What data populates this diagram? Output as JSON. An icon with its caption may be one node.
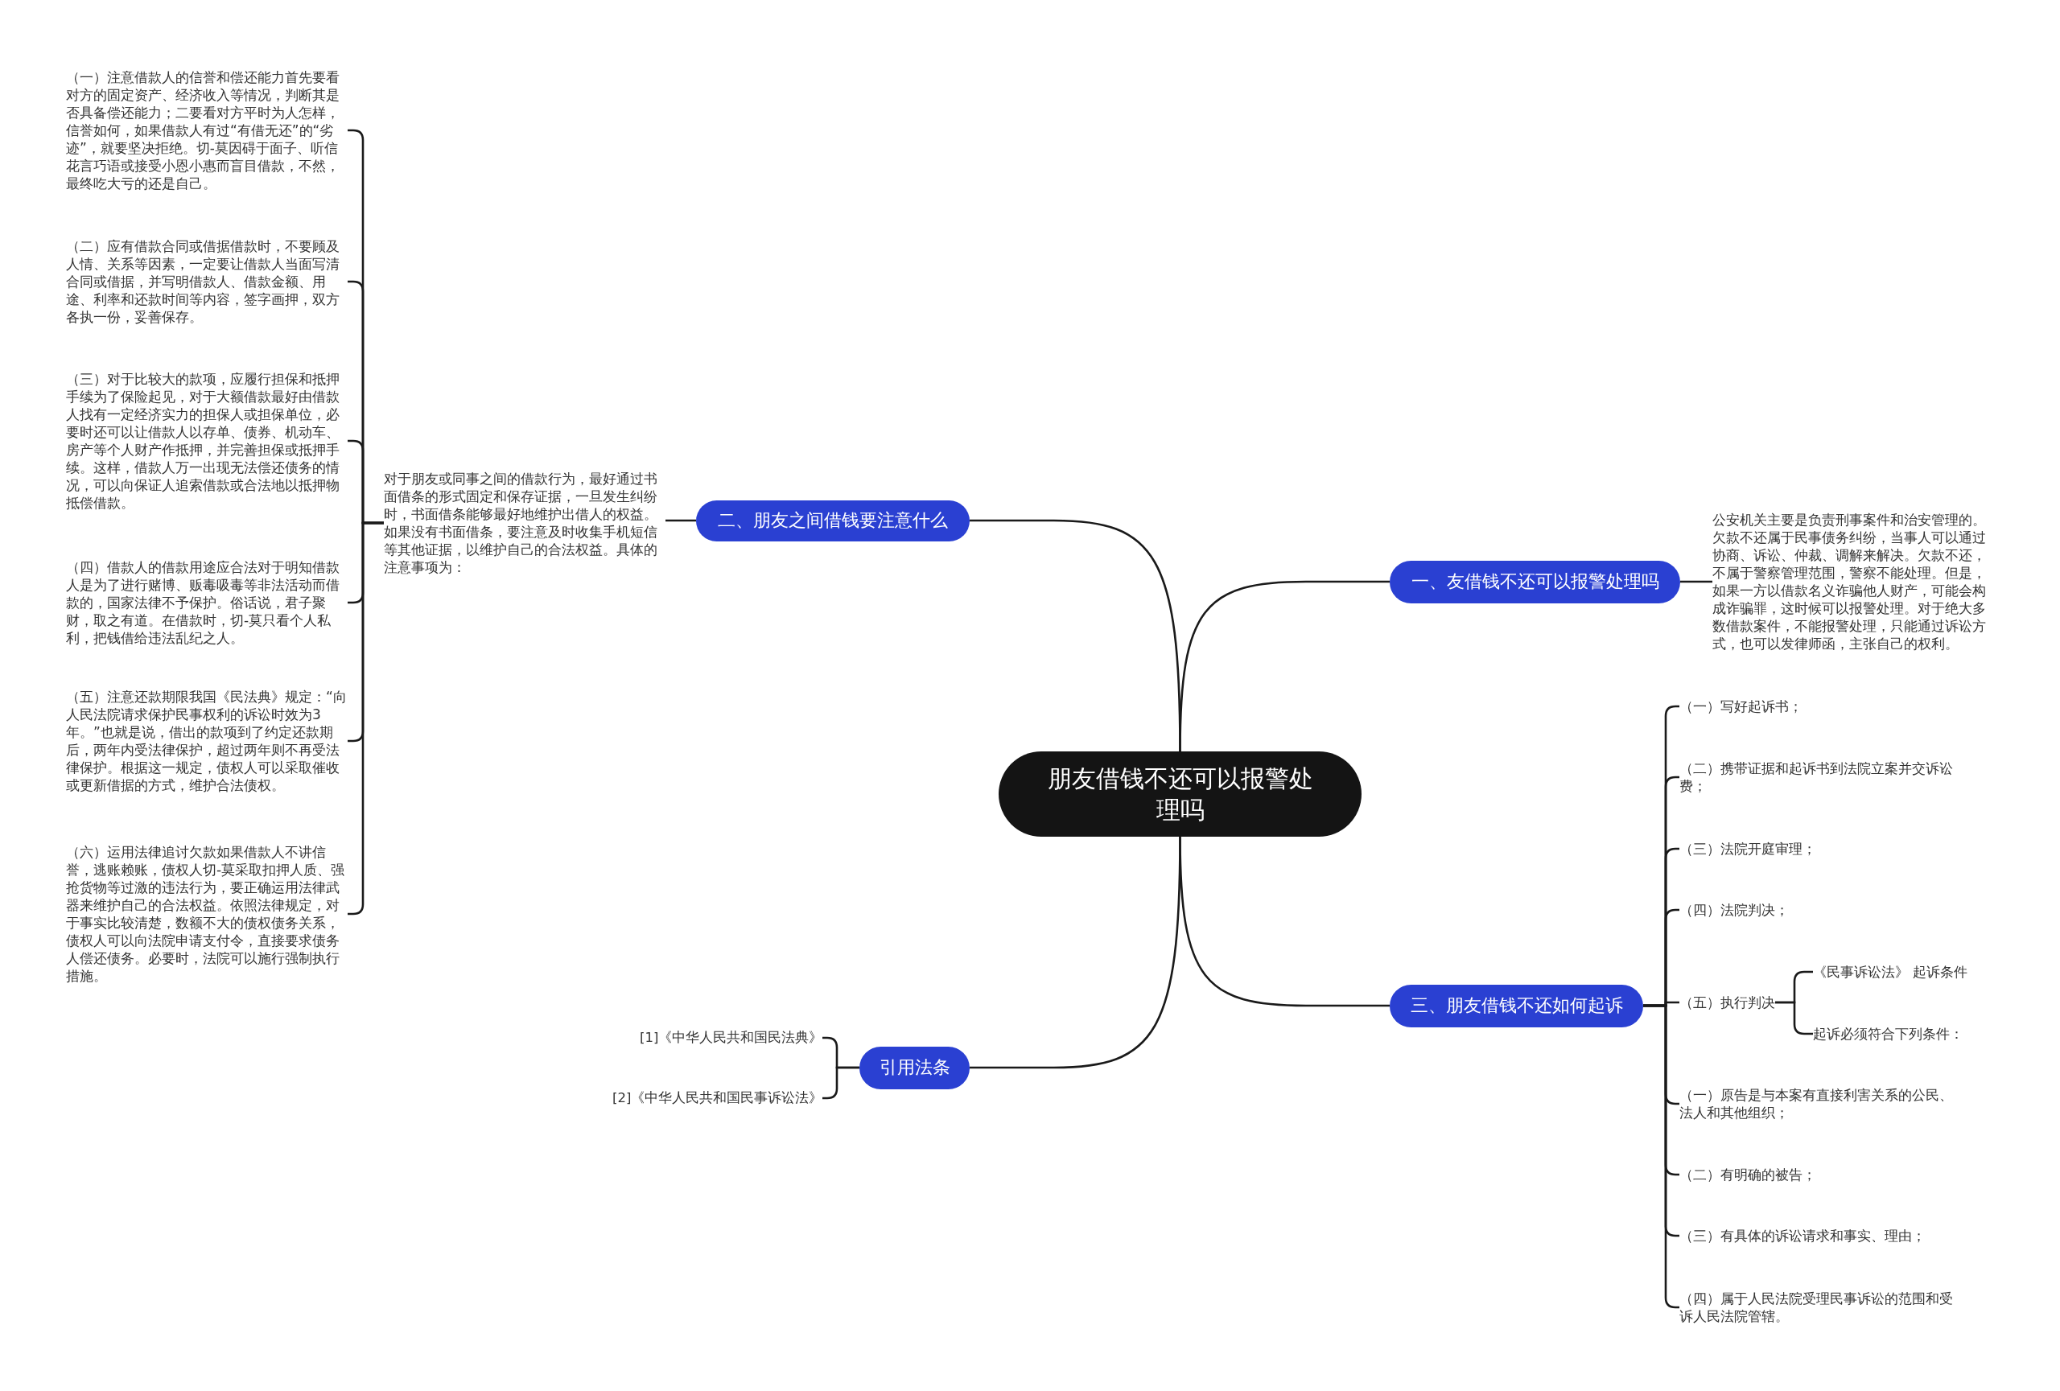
{
  "diagram": {
    "nodes": [
      {
        "text": [
          "朋友借钱不还可以报警处理吗"
        ]
      },
      {
        "text": [
          "一、友借钱不还可以报警处理吗"
        ]
      },
      {
        "text": [
          "公安机关主要是负责刑事案件和治安管理的。欠款不还属于民事债务纠纷，当事人可以通过协商、诉讼、仲裁、调解来解决。欠款不还，不属于警察管理范围，警察不能处理。但是，如果一方以借款名义诈骗他人财产，可能会构成诈骗罪，这时候可以报警处理。对于绝大多数借款案件，不能报警处理，只能通过诉讼方式，也可以发律师函，主张自己的权利。"
        ]
      },
      {
        "text": [
          "二、朋友之间借钱要注意什么"
        ]
      },
      {
        "text": [
          "对于朋友或同事之间的借款行为，最好通过书面借条的形式固定和保存证据，一旦发生纠纷时，书面借条能够最好地维护出借人的权益。如果没有书面借条，要注意及时收集手机短信等其他证据，以维护自己的合法权益。具体的注意事项为："
        ]
      },
      {
        "text": [
          "（一）注意借款人的信誉和偿还能力首先要看对方的固定资产、经济收入等情况，判断其是否具备偿还能力；二要看对方平时为人怎样，信誉如何，如果借款人有过“有借无还”的“劣迹”，就要坚决拒绝。切-莫因碍于面子、听信花言巧语或接受小恩小惠而盲目借款，不然，最终吃大亏的还是自己。"
        ]
      },
      {
        "text": [
          "（二）应有借款合同或借据借款时，不要顾及人情、关系等因素，一定要让借款人当面写清合同或借据，并写明借款人、借款金额、用途、利率和还款时间等内容，签字画押，双方各执一份，妥善保存。"
        ]
      },
      {
        "text": [
          "（三）对于比较大的款项，应履行担保和抵押手续为了保险起见，对于大额借款最好由借款人找有一定经济实力的担保人或担保单位，必要时还可以让借款人以存单、债券、机动车、房产等个人财产作抵押，并完善担保或抵押手续。这样，借款人万一出现无法偿还债务的情况，可以向保证人追索借款或合法地以抵押物抵偿借款。"
        ]
      },
      {
        "text": [
          "（四）借款人的借款用途应合法对于明知借款人是为了进行赌博、贩毒吸毒等非法活动而借款的，国家法律不予保护。俗话说，君子聚财，取之有道。在借款时，切-莫只看个人私利，把钱借给违法乱纪之人。"
        ]
      },
      {
        "text": [
          "（五）注意还款期限我国《民法典》规定：“向人民法院请求保护民事权利的诉讼时效为3年。”也就是说，借出的款项到了约定还款期后，两年内受法律保护，超过两年则不再受法律保护。根据这一规定，债权人可以采取催收或更新借据的方式，维护合法债权。"
        ]
      },
      {
        "text": [
          "（六）运用法律追讨欠款如果借款人不讲信誉，逃账赖账，债权人切-莫采取扣押人质、强抢货物等过激的违法行为，要正确运用法律武器来维护自己的合法权益。依照法律规定，对于事实比较清楚，数额不大的债权债务关系，债权人可以向法院申请支付令，直接要求债务人偿还债务。必要时，法院可以施行强制执行措施。"
        ]
      },
      {
        "text": [
          "三、朋友借钱不还如何起诉"
        ]
      },
      {
        "text": [
          "（一）写好起诉书；"
        ]
      },
      {
        "text": [
          "（二）携带证据和起诉书到法院立案并交诉讼费；"
        ]
      },
      {
        "text": [
          "（三）法院开庭审理；"
        ]
      },
      {
        "text": [
          "（四）法院判决；"
        ]
      },
      {
        "text": [
          "（五）执行判决"
        ]
      },
      {
        "text": [
          "《民事诉讼法》 起诉条件"
        ]
      },
      {
        "text": [
          "起诉必须符合下列条件："
        ]
      },
      {
        "text": [
          "（一）原告是与本案有直接利害关系的公民、法人和其他组织；"
        ]
      },
      {
        "text": [
          "（二）有明确的被告；"
        ]
      },
      {
        "text": [
          "（三）有具体的诉讼请求和事实、理由；"
        ]
      },
      {
        "text": [
          "（四）属于人民法院受理民事诉讼的范围和受诉人民法院管辖。"
        ]
      },
      {
        "text": [
          "引用法条"
        ]
      },
      {
        "text": [
          "[1]《中华人民共和国民法典》"
        ]
      },
      {
        "text": [
          "[2]《中华人民共和国民事诉讼法》"
        ]
      }
    ],
    "edges": [
      {
        "from": 0,
        "to": 1,
        "arrow": "none"
      },
      {
        "from": 1,
        "to": 2,
        "arrow": "none"
      },
      {
        "from": 0,
        "to": 3,
        "arrow": "none"
      },
      {
        "from": 3,
        "to": 4,
        "arrow": "none"
      },
      {
        "from": 4,
        "to": 5,
        "arrow": "none"
      },
      {
        "from": 4,
        "to": 6,
        "arrow": "none"
      },
      {
        "from": 4,
        "to": 7,
        "arrow": "none"
      },
      {
        "from": 4,
        "to": 8,
        "arrow": "none"
      },
      {
        "from": 4,
        "to": 9,
        "arrow": "none"
      },
      {
        "from": 4,
        "to": 10,
        "arrow": "none"
      },
      {
        "from": 0,
        "to": 11,
        "arrow": "none"
      },
      {
        "from": 11,
        "to": 12,
        "arrow": "none"
      },
      {
        "from": 11,
        "to": 13,
        "arrow": "none"
      },
      {
        "from": 11,
        "to": 14,
        "arrow": "none"
      },
      {
        "from": 11,
        "to": 15,
        "arrow": "none"
      },
      {
        "from": 11,
        "to": 16,
        "arrow": "none"
      },
      {
        "from": 16,
        "to": 17,
        "arrow": "none"
      },
      {
        "from": 16,
        "to": 18,
        "arrow": "none"
      },
      {
        "from": 11,
        "to": 19,
        "arrow": "none"
      },
      {
        "from": 11,
        "to": 20,
        "arrow": "none"
      },
      {
        "from": 11,
        "to": 21,
        "arrow": "none"
      },
      {
        "from": 11,
        "to": 22,
        "arrow": "none"
      },
      {
        "from": 0,
        "to": 23,
        "arrow": "none"
      },
      {
        "from": 23,
        "to": 24,
        "arrow": "none"
      },
      {
        "from": 23,
        "to": 25,
        "arrow": "none"
      }
    ]
  }
}
